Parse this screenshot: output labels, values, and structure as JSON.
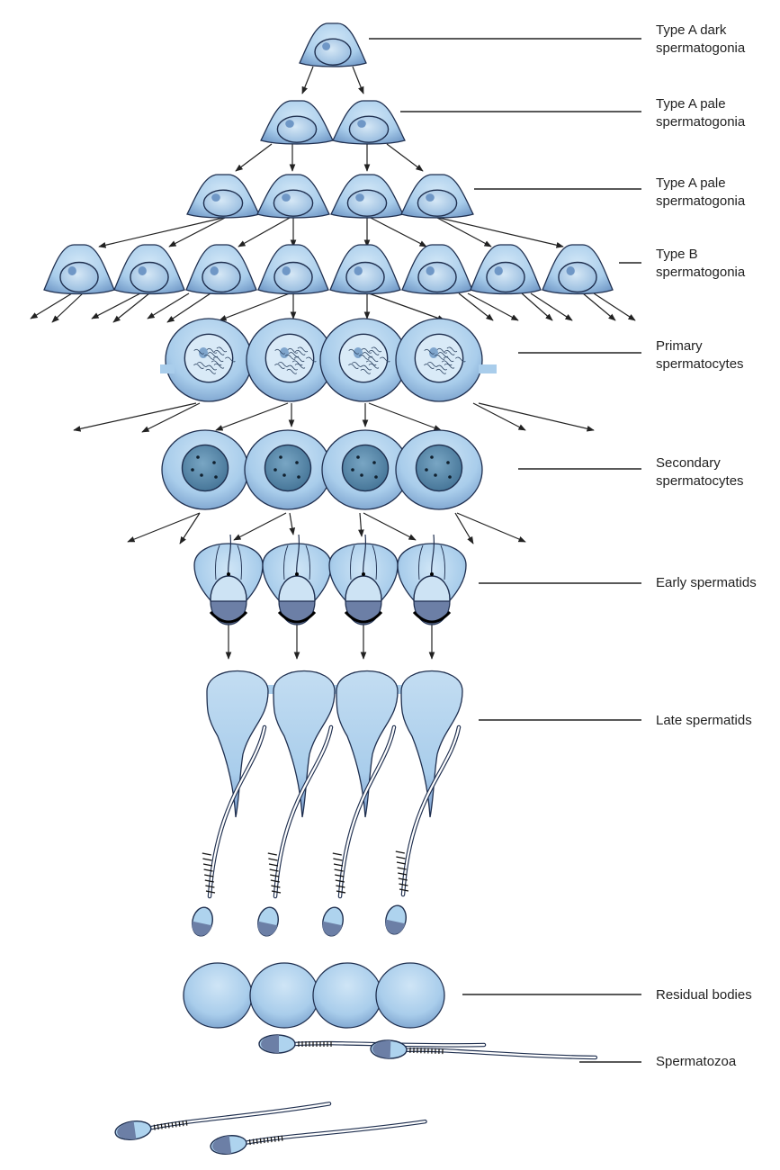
{
  "colors": {
    "cell_fill": "#aed3ee",
    "cell_shadow": "#6f97c6",
    "outline": "#1f2f4f",
    "nucleus_fill": "#c9def0",
    "secondary_nucleus": "#4f7ea0",
    "acrosome": "#6c7fa6",
    "arrow": "#222222",
    "label_text": "#222222"
  },
  "stages": [
    {
      "key": "type_a_dark",
      "lines": [
        "Type A dark",
        "spermatogonia"
      ]
    },
    {
      "key": "type_a_pale_1",
      "lines": [
        "Type A pale",
        "spermatogonia"
      ]
    },
    {
      "key": "type_a_pale_2",
      "lines": [
        "Type A pale",
        "spermatogonia"
      ]
    },
    {
      "key": "type_b",
      "lines": [
        "Type B",
        "spermatogonia"
      ]
    },
    {
      "key": "primary",
      "lines": [
        "Primary",
        "spermatocytes"
      ]
    },
    {
      "key": "secondary",
      "lines": [
        "Secondary",
        "spermatocytes"
      ]
    },
    {
      "key": "early_spermatids",
      "lines": [
        "Early spermatids"
      ]
    },
    {
      "key": "late_spermatids",
      "lines": [
        "Late spermatids"
      ]
    },
    {
      "key": "residual_bodies",
      "lines": [
        "Residual bodies"
      ]
    },
    {
      "key": "spermatozoa",
      "lines": [
        "Spermatozoa"
      ]
    }
  ]
}
